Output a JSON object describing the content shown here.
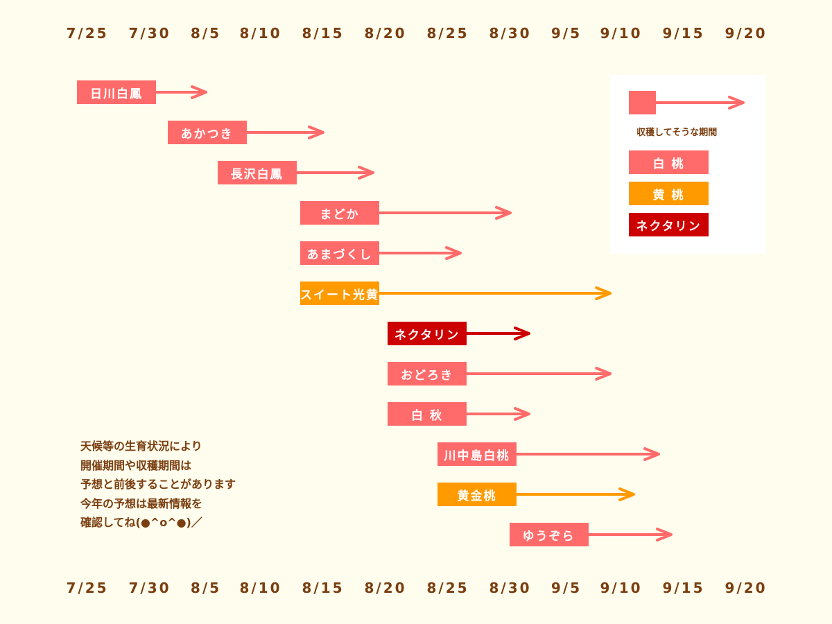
{
  "colors": {
    "white_peach": "#ff6b6b",
    "yellow_peach": "#ff9a00",
    "nectarine": "#cc0000",
    "text": "#7a3e10",
    "background": "#fffdee"
  },
  "chart_data": {
    "type": "gantt",
    "title": "",
    "x_ticks": [
      "7/25",
      "7/30",
      "8/5",
      "8/10",
      "8/15",
      "8/20",
      "8/25",
      "8/30",
      "9/5",
      "9/10",
      "9/15",
      "9/20"
    ],
    "tasks": [
      {
        "name": "日川白鳳",
        "category": "white",
        "start": "7/25",
        "end": "8/5"
      },
      {
        "name": "あかつき",
        "category": "white",
        "start": "8/2",
        "end": "8/15"
      },
      {
        "name": "長沢白鳳",
        "category": "white",
        "start": "8/7",
        "end": "8/19"
      },
      {
        "name": "まどか",
        "category": "white",
        "start": "8/14",
        "end": "8/30"
      },
      {
        "name": "あまづくし",
        "category": "white",
        "start": "8/14",
        "end": "8/26"
      },
      {
        "name": "スイート光黄",
        "category": "yellow",
        "start": "8/14",
        "end": "9/9"
      },
      {
        "name": "ネクタリン",
        "category": "nectarine",
        "start": "8/21",
        "end": "9/1"
      },
      {
        "name": "おどろき",
        "category": "white",
        "start": "8/21",
        "end": "9/9"
      },
      {
        "name": "白 秋",
        "category": "white",
        "start": "8/21",
        "end": "9/1"
      },
      {
        "name": "川中島白桃",
        "category": "white",
        "start": "8/25",
        "end": "9/13"
      },
      {
        "name": "黄金桃",
        "category": "yellow",
        "start": "8/25",
        "end": "9/11"
      },
      {
        "name": "ゆうぞら",
        "category": "white",
        "start": "8/31",
        "end": "9/14"
      }
    ]
  },
  "legend": {
    "caption": "収穫してそうな期間",
    "items": [
      {
        "label": "白 桃",
        "category": "white"
      },
      {
        "label": "黄 桃",
        "category": "yellow"
      },
      {
        "label": "ネクタリン",
        "category": "nectarine"
      }
    ]
  },
  "note": {
    "lines": [
      "天候等の生育状況により",
      "開催期間や収穫期間は",
      "予想と前後することがあります",
      "今年の予想は最新情報を",
      "確認してね(●^o^●)／"
    ]
  }
}
